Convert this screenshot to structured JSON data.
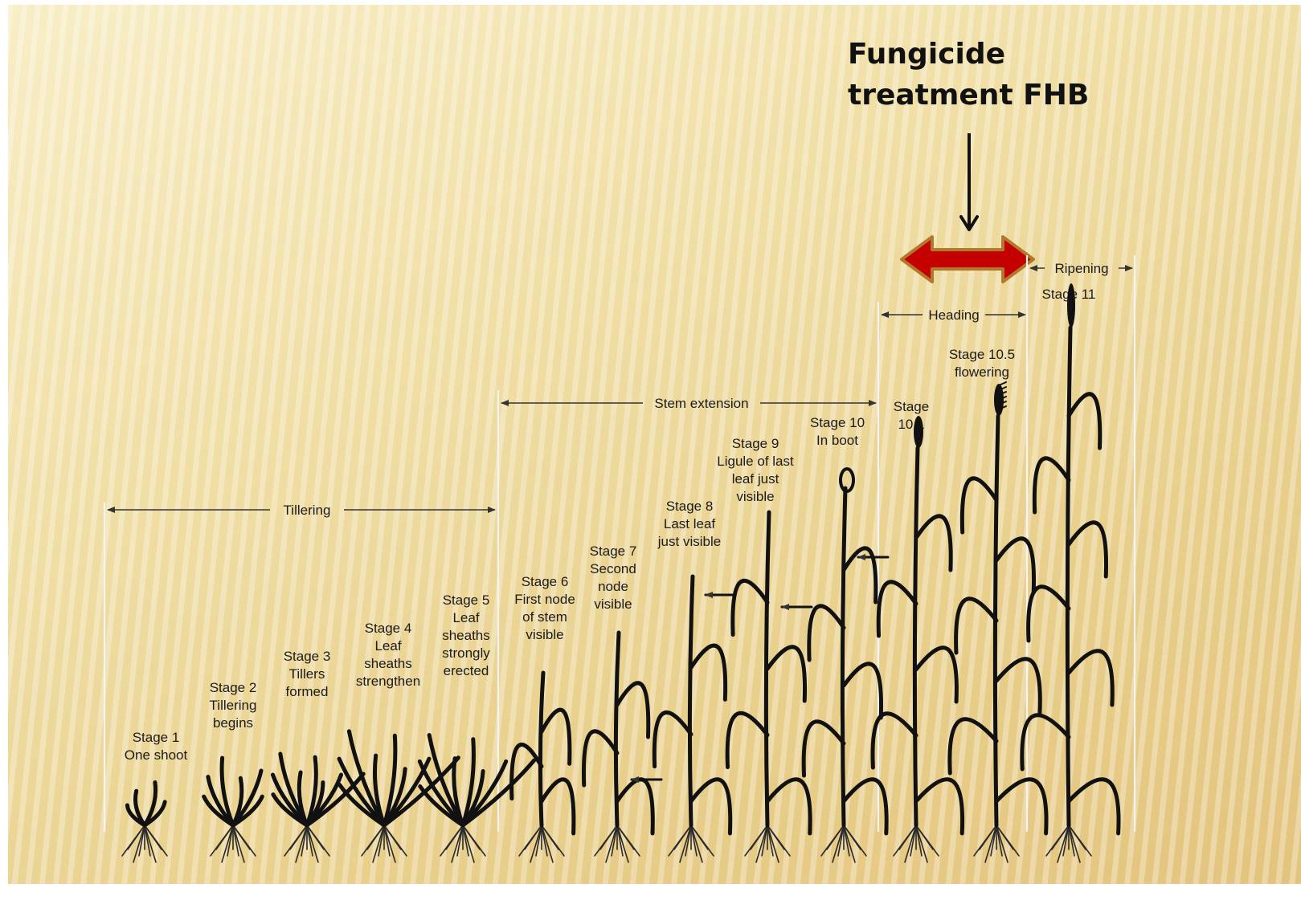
{
  "annotation": {
    "title_line1": "Fungicide",
    "title_line2": "treatment FHB",
    "colors": {
      "arrow_fill": "#c40000",
      "arrow_outline": "#b07a2a",
      "pointer": "#111111"
    }
  },
  "spans": {
    "tillering": "Tillering",
    "stem_extension": "Stem extension",
    "heading": "Heading",
    "ripening": "Ripening"
  },
  "stages": [
    {
      "id": "1",
      "lines": [
        "Stage 1",
        "One shoot"
      ]
    },
    {
      "id": "2",
      "lines": [
        "Stage 2",
        "Tillering",
        "begins"
      ]
    },
    {
      "id": "3",
      "lines": [
        "Stage 3",
        "Tillers",
        "formed"
      ]
    },
    {
      "id": "4",
      "lines": [
        "Stage 4",
        "Leaf",
        "sheaths",
        "strengthen"
      ]
    },
    {
      "id": "5",
      "lines": [
        "Stage 5",
        "Leaf",
        "sheaths",
        "strongly",
        "erected"
      ]
    },
    {
      "id": "6",
      "lines": [
        "Stage 6",
        "First node",
        "of stem",
        "visible"
      ]
    },
    {
      "id": "7",
      "lines": [
        "Stage 7",
        "Second",
        "node",
        "visible"
      ]
    },
    {
      "id": "8",
      "lines": [
        "Stage 8",
        "Last leaf",
        "just visible"
      ]
    },
    {
      "id": "9",
      "lines": [
        "Stage 9",
        "Ligule of last",
        "leaf just",
        "visible"
      ]
    },
    {
      "id": "10",
      "lines": [
        "Stage 10",
        "In boot"
      ]
    },
    {
      "id": "10.1",
      "lines": [
        "Stage",
        "10.1"
      ]
    },
    {
      "id": "10.5",
      "lines": [
        "Stage 10.5",
        "flowering"
      ]
    },
    {
      "id": "11",
      "lines": [
        "Stage 11"
      ]
    }
  ]
}
